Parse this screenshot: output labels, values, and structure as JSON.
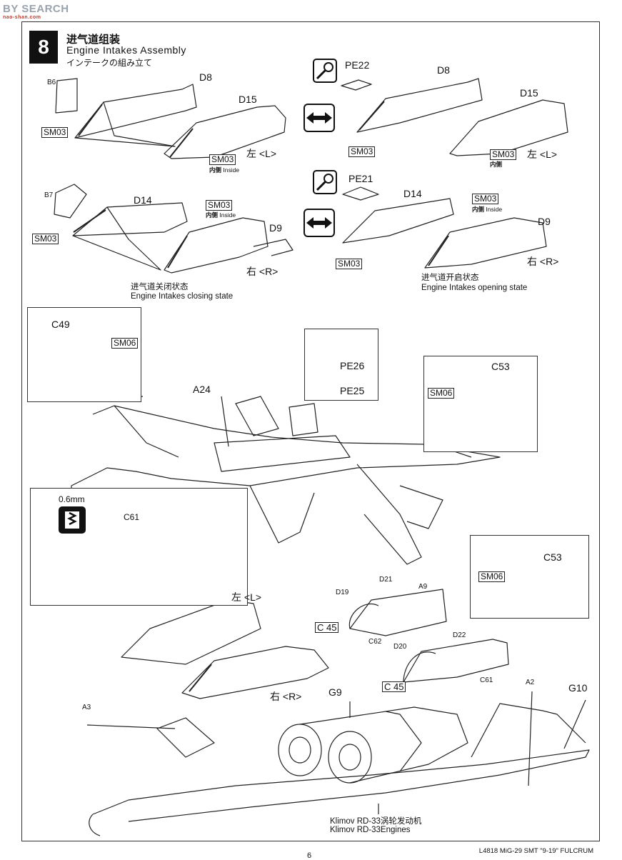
{
  "watermark": {
    "brand": "BY SEARCH",
    "site": "nao-shan.com"
  },
  "step": {
    "number": "8",
    "title_cn": "进气道组装",
    "title_en": "Engine Intakes Assembly",
    "title_jp": "インテークの組み立て"
  },
  "intake_left_top": {
    "b6": "B6",
    "d8": "D8",
    "d15": "D15",
    "sm03_a": "SM03",
    "sm03_b": "SM03",
    "inside_cn": "内侧",
    "inside_en": "Inside",
    "side": "左 <L>"
  },
  "intake_left_bottom": {
    "b7": "B7",
    "d14": "D14",
    "sm03_a": "SM03",
    "sm03_b": "SM03",
    "inside_cn": "内侧",
    "inside_en": "Inside",
    "d9": "D9",
    "side": "右 <R>"
  },
  "intake_right_top": {
    "pe22": "PE22",
    "d8": "D8",
    "d15": "D15",
    "sm03_a": "SM03",
    "sm03_b": "SM03",
    "inside_cn": "内侧",
    "side": "左 <L>"
  },
  "intake_right_bottom": {
    "pe21": "PE21",
    "d14": "D14",
    "sm03_a": "SM03",
    "sm03_b": "SM03",
    "inside_cn": "内侧",
    "inside_en": "Inside",
    "d9": "D9",
    "side": "右 <R>"
  },
  "captions": {
    "closed_cn": "进气道关闭状态",
    "closed_en": "Engine Intakes closing state",
    "open_cn": "进气道开启状态",
    "open_en": "Engine Intakes opening state"
  },
  "middle": {
    "c49": "C49",
    "sm06_a": "SM06",
    "a24": "A24",
    "pe26": "PE26",
    "pe25": "PE25",
    "sm06_b": "SM06",
    "c53_a": "C53",
    "drill_size": "0.6mm",
    "c61_a": "C61"
  },
  "bottom": {
    "side_l": "左 <L>",
    "side_r": "右 <R>",
    "d19": "D19",
    "d21": "D21",
    "a9": "A9",
    "c45_a": "C  45",
    "c62": "C62",
    "d20": "D20",
    "d22": "D22",
    "c45_b": "C  45",
    "c61_b": "C61",
    "g9": "G9",
    "a3": "A3",
    "a2": "A2",
    "g10": "G10",
    "sm06_c": "SM06",
    "c53_b": "C53",
    "engine_cn": "Klimov RD-33涡轮发动机",
    "engine_en": "Klimov RD-33Engines"
  },
  "footer": {
    "text": "L4818 MiG-29 SMT \"9-19\" FULCRUM",
    "page": "6"
  }
}
